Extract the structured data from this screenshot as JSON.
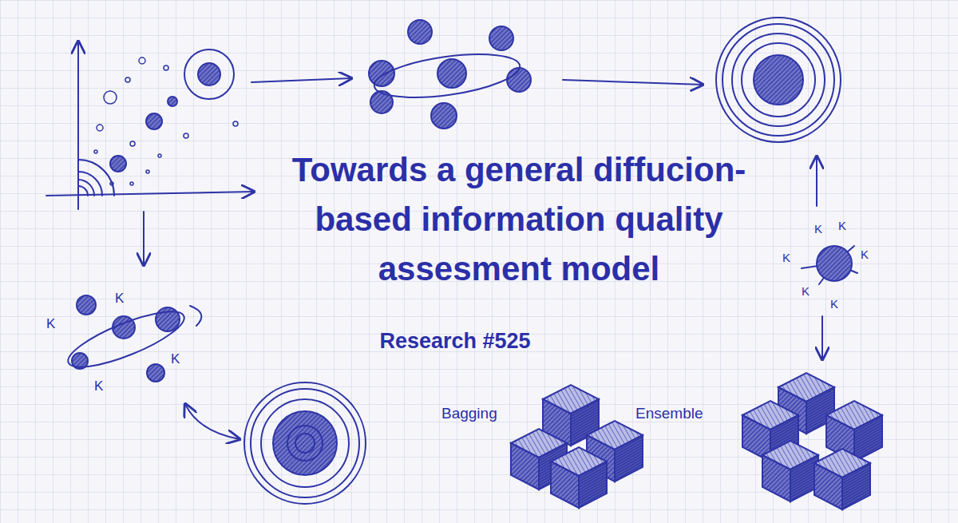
{
  "diagram": {
    "title": "Towards a general diffucion-based information quality assesment model",
    "caption": "Research #525",
    "labels": [
      "K",
      "K",
      "K",
      "K",
      "K",
      "K",
      "K",
      "K",
      "K",
      "K",
      "Bagging",
      "Ensemble"
    ]
  }
}
